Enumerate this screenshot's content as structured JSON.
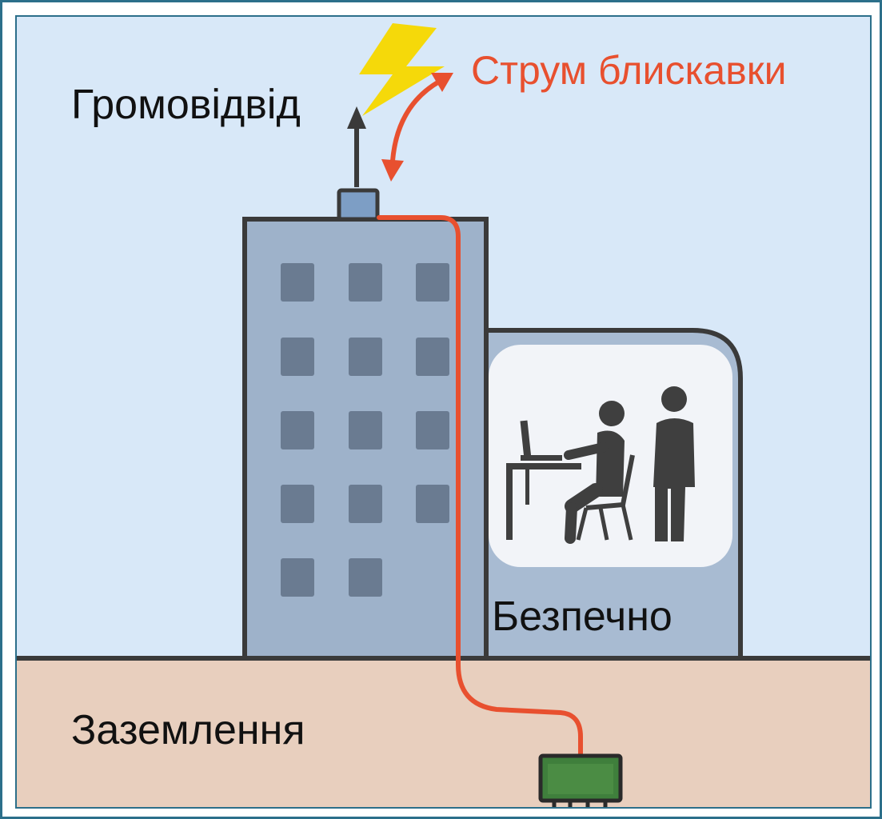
{
  "labels": {
    "lightning_rod": "Громовідвід",
    "lightning_current": "Струм блискавки",
    "safe": "Безпечно",
    "grounding": "Заземлення"
  },
  "icons": [
    "lightning-bolt-icon",
    "person-at-desk-icon",
    "standing-person-icon"
  ],
  "colors": {
    "sky": "#d8e8f8",
    "ground": "#e8cfbe",
    "building": "#9eb2ca",
    "window": "#6a7b91",
    "current": "#e8502f",
    "lightning": "#f5d90a",
    "ground_box": "#3f7f3c"
  }
}
